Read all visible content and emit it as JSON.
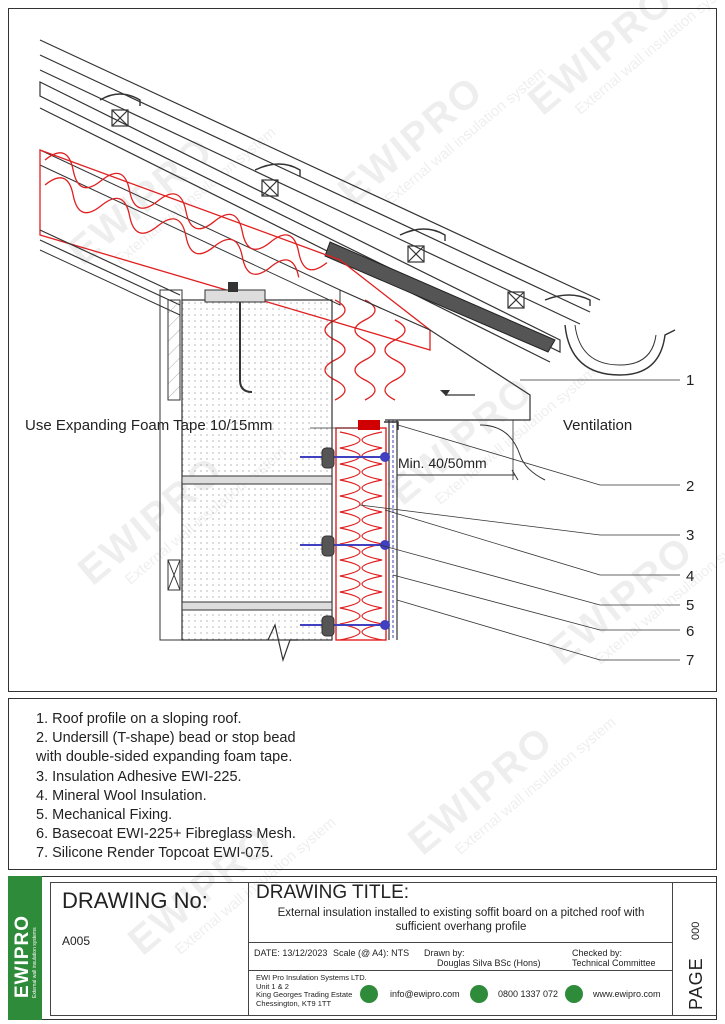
{
  "diagram": {
    "callouts": {
      "foam_tape": "Use Expanding Foam Tape 10/15mm",
      "ventilation": "Ventilation",
      "min_overhang": "Min. 40/50mm"
    },
    "numbers": [
      "1",
      "2",
      "3",
      "4",
      "5",
      "6",
      "7"
    ]
  },
  "notes": [
    "1. Roof profile on a sloping roof.",
    "2. Undersill (T-shape) bead or stop bead",
    "with double-sided expanding foam tape.",
    "3. Insulation Adhesive EWI-225.",
    "4. Mineral Wool Insulation.",
    "5. Mechanical Fixing.",
    "6. Basecoat EWI-225+ Fibreglass Mesh.",
    "7. Silicone Render Topcoat EWI-075."
  ],
  "watermark": {
    "brand": "EWIPRO",
    "tagline": "External wall insulation system"
  },
  "title_block": {
    "brand": "EWIPRO",
    "brand_tagline": "External wall insulation systems",
    "drawing_no_label": "DRAWING No:",
    "drawing_no": "A005",
    "drawing_title_label": "DRAWING TITLE:",
    "drawing_title": "External insulation installed to existing soffit board on a pitched roof with sufficient overhang profile",
    "date": "DATE: 13/12/2023",
    "scale": "Scale (@ A4): NTS",
    "drawn_by_label": "Drawn by:",
    "drawn_by": "Douglas Silva BSc (Hons)",
    "checked_by_label": "Checked by:",
    "checked_by": "Technical Committee",
    "address": [
      "EWI Pro Insulation Systems LTD.",
      "Unit 1 & 2",
      "King Georges Trading Estate",
      "Chessington, KT9 1TT"
    ],
    "email": "info@ewipro.com",
    "phone": "0800 1337 072",
    "website": "www.ewipro.com",
    "page_label": "PAGE",
    "page_number": "000"
  },
  "colors": {
    "insulation": "#e02020",
    "brand_green": "#2e8b3a",
    "tape": "#d00000",
    "fixing": "#4040c0"
  }
}
